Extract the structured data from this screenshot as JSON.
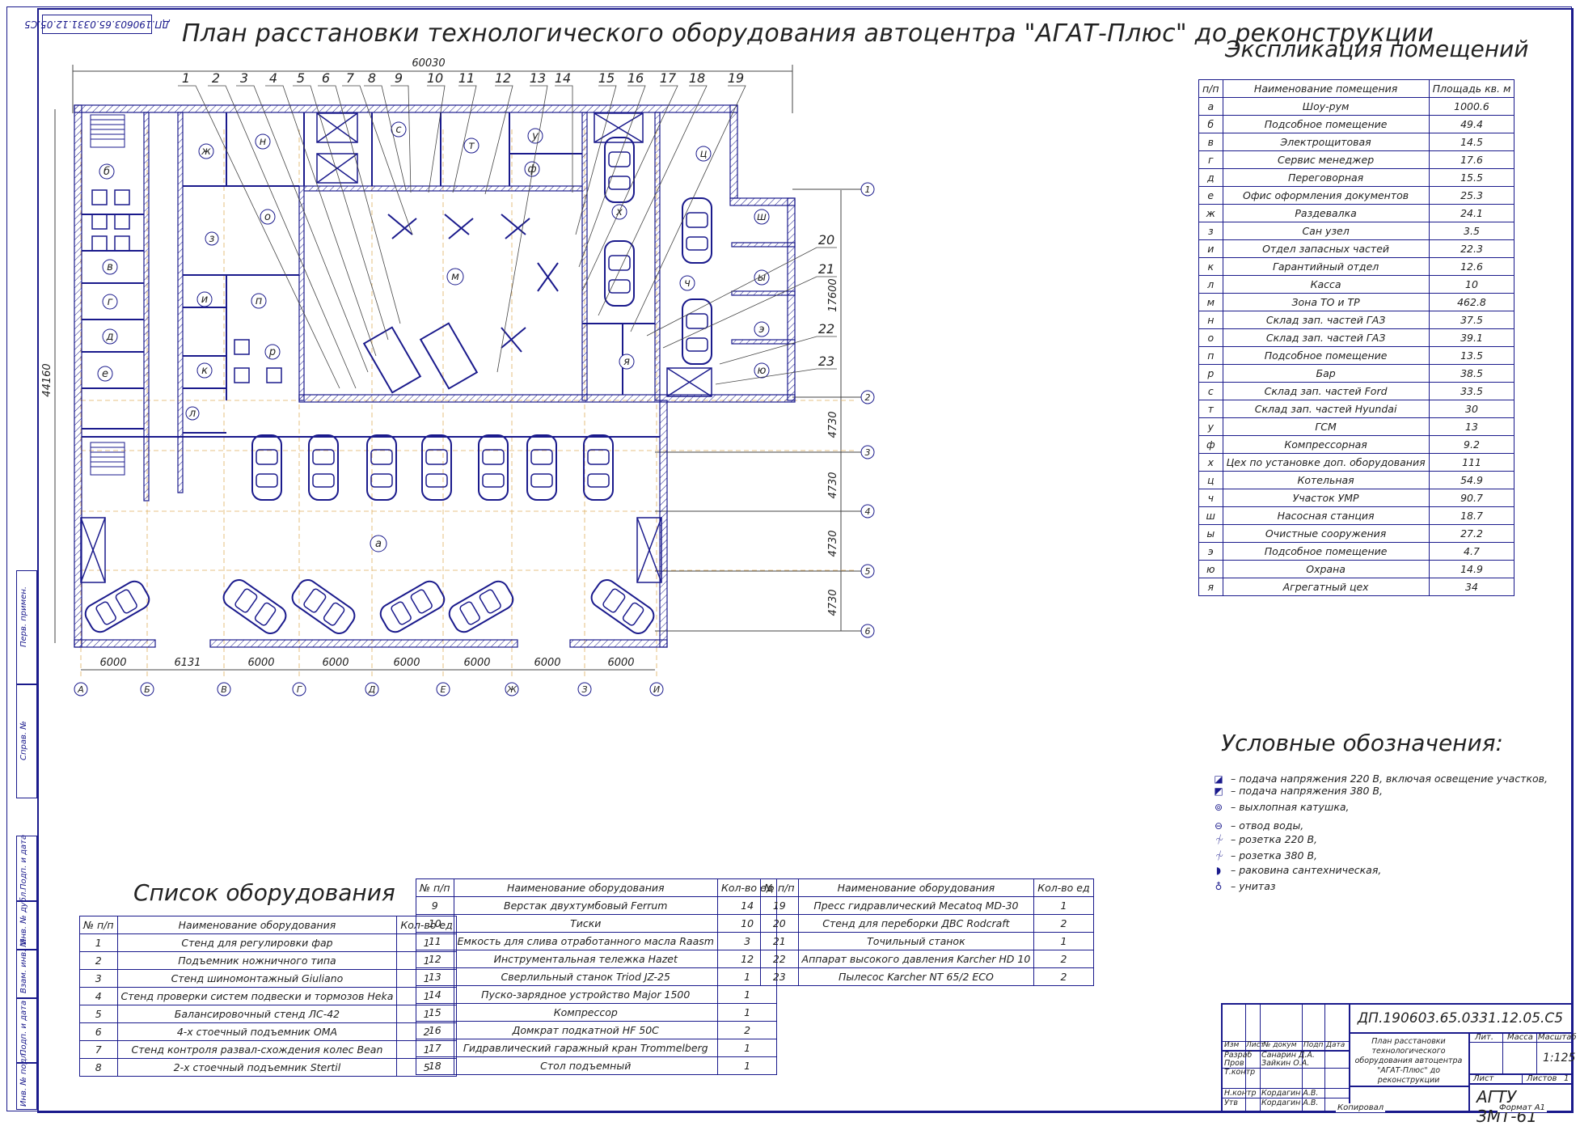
{
  "drawing_code_rotated": "ДП.190603.65.0331.12.05.С5",
  "title": "План расстановки технологического оборудования автоцентра \"АГАТ-Плюс\" до реконструкции",
  "plan": {
    "total_width_dim": "60030",
    "total_height_dim": "44160",
    "right_dim": "17600",
    "grid_spacing_right": [
      "4730",
      "4730",
      "4730",
      "4730"
    ],
    "bottom_dims": [
      "6000",
      "6131",
      "6000",
      "6000",
      "6000",
      "6000",
      "6000",
      "6000"
    ],
    "axis_letters": [
      "А",
      "Б",
      "В",
      "Г",
      "Д",
      "Е",
      "Ж",
      "З",
      "И"
    ],
    "axis_numbers": [
      "1",
      "2",
      "3",
      "4",
      "5",
      "6"
    ],
    "leader_numbers_top": [
      "1",
      "2",
      "3",
      "4",
      "5",
      "6",
      "7",
      "8",
      "9",
      "10",
      "11",
      "12",
      "13",
      "14",
      "15",
      "16",
      "17",
      "18",
      "19"
    ],
    "leader_numbers_right": [
      "20",
      "21",
      "22",
      "23"
    ],
    "room_labels": [
      "а",
      "б",
      "в",
      "г",
      "д",
      "е",
      "ж",
      "з",
      "и",
      "к",
      "л",
      "м",
      "н",
      "о",
      "п",
      "р",
      "с",
      "т",
      "у",
      "ф",
      "х",
      "ц",
      "ч",
      "ш",
      "ы",
      "э",
      "ю",
      "я"
    ]
  },
  "explication": {
    "title": "Экспликация помещений",
    "headers": [
      "п/п",
      "Наименование помещения",
      "Площадь кв. м"
    ],
    "rows": [
      [
        "а",
        "Шоу-рум",
        "1000.6"
      ],
      [
        "б",
        "Подсобное помещение",
        "49.4"
      ],
      [
        "в",
        "Электрощитовая",
        "14.5"
      ],
      [
        "г",
        "Сервис менеджер",
        "17.6"
      ],
      [
        "д",
        "Переговорная",
        "15.5"
      ],
      [
        "е",
        "Офис оформления документов",
        "25.3"
      ],
      [
        "ж",
        "Раздевалка",
        "24.1"
      ],
      [
        "з",
        "Сан узел",
        "3.5"
      ],
      [
        "и",
        "Отдел запасных частей",
        "22.3"
      ],
      [
        "к",
        "Гарантийный отдел",
        "12.6"
      ],
      [
        "л",
        "Касса",
        "10"
      ],
      [
        "м",
        "Зона ТО и ТР",
        "462.8"
      ],
      [
        "н",
        "Склад зап. частей ГАЗ",
        "37.5"
      ],
      [
        "о",
        "Склад зап. частей ГАЗ",
        "39.1"
      ],
      [
        "п",
        "Подсобное помещение",
        "13.5"
      ],
      [
        "р",
        "Бар",
        "38.5"
      ],
      [
        "с",
        "Склад зап. частей Ford",
        "33.5"
      ],
      [
        "т",
        "Склад зап. частей Hyundai",
        "30"
      ],
      [
        "у",
        "ГСМ",
        "13"
      ],
      [
        "ф",
        "Компрессорная",
        "9.2"
      ],
      [
        "х",
        "Цех по установке доп. оборудования",
        "111"
      ],
      [
        "ц",
        "Котельная",
        "54.9"
      ],
      [
        "ч",
        "Участок УМР",
        "90.7"
      ],
      [
        "ш",
        "Насосная станция",
        "18.7"
      ],
      [
        "ы",
        "Очистные сооружения",
        "27.2"
      ],
      [
        "э",
        "Подсобное помещение",
        "4.7"
      ],
      [
        "ю",
        "Охрана",
        "14.9"
      ],
      [
        "я",
        "Агрегатный цех",
        "34"
      ]
    ]
  },
  "legend": {
    "title": "Условные обозначения:",
    "items": [
      "– подача напряжения 220 В, включая освещение участков,",
      "– подача напряжения 380 В,",
      "– выхлопная катушка,",
      "– отвод воды,",
      "– розетка 220 В,",
      "– розетка 380 В,",
      "– раковина сантехническая,",
      "– унитаз"
    ]
  },
  "equipment": {
    "title": "Список оборудования",
    "headers": [
      "№ п/п",
      "Наименование оборудования",
      "Кол-во ед"
    ],
    "table1": [
      [
        "1",
        "Стенд для регулировки фар",
        "1"
      ],
      [
        "2",
        "Подъемник ножничного типа",
        "1"
      ],
      [
        "3",
        "Стенд шиномонтажный Giuliano",
        "1"
      ],
      [
        "4",
        "Стенд проверки систем подвески и тормозов Heka",
        "1"
      ],
      [
        "5",
        "Балансировочный стенд ЛС-42",
        "1"
      ],
      [
        "6",
        "4-х стоечный подъемник OMA",
        "2"
      ],
      [
        "7",
        "Стенд контроля развал-схождения колес Bean",
        "1"
      ],
      [
        "8",
        "2-х стоечный подъемник Stertil",
        "5"
      ]
    ],
    "table2": [
      [
        "9",
        "Верстак двухтумбовый Ferrum",
        "14"
      ],
      [
        "10",
        "Тиски",
        "10"
      ],
      [
        "11",
        "Емкость для слива отработанного масла Raasm",
        "3"
      ],
      [
        "12",
        "Инструментальная тележка Hazet",
        "12"
      ],
      [
        "13",
        "Сверлильный станок Triod JZ-25",
        "1"
      ],
      [
        "14",
        "Пуско-зарядное устройство Major 1500",
        "1"
      ],
      [
        "15",
        "Компрессор",
        "1"
      ],
      [
        "16",
        "Домкрат подкатной HF 50C",
        "2"
      ],
      [
        "17",
        "Гидравлический гаражный кран Trommelberg",
        "1"
      ],
      [
        "18",
        "Стол подъемный",
        "1"
      ]
    ],
    "table3": [
      [
        "19",
        "Пресс гидравлический Mecatoq MD-30",
        "1"
      ],
      [
        "20",
        "Стенд для переборки ДВС Rodcraft",
        "2"
      ],
      [
        "21",
        "Точильный станок",
        "1"
      ],
      [
        "22",
        "Аппарат высокого давления Karcher HD 10",
        "2"
      ],
      [
        "23",
        "Пылесос Karcher NT 65/2 ECO",
        "2"
      ]
    ]
  },
  "titleblock": {
    "code": "ДП.190603.65.0331.12.05.С5",
    "description": "План расстановки технологического оборудования автоцентра \"АГАТ-Плюс\" до реконструкции",
    "header_cells": [
      "Изм",
      "Лист",
      "№ докум",
      "Подп",
      "Дата"
    ],
    "roles": [
      "Разраб",
      "Пров",
      "Т.контр",
      "Н.контр",
      "Утв"
    ],
    "names": [
      "Санарин Д.А.",
      "Зайкин О.А.",
      "",
      "Кордагин А.В.",
      "Кордагин А.В."
    ],
    "lit_label": "Лит.",
    "mass_label": "Масса",
    "scale_label": "Масштаб",
    "scale": "1:125",
    "sheet_label": "Лист",
    "sheets_label": "Листов",
    "sheets": "1",
    "org": "АГТУ ЗМТ-61",
    "copied": "Копировал",
    "format": "Формат А1"
  },
  "side_stamp": [
    "Перв. примен.",
    "Справ. №",
    "Подп. и дата",
    "Инв. № дубл.",
    "Взам. инв. №",
    "Подп. и дата",
    "Инв. № подл."
  ]
}
